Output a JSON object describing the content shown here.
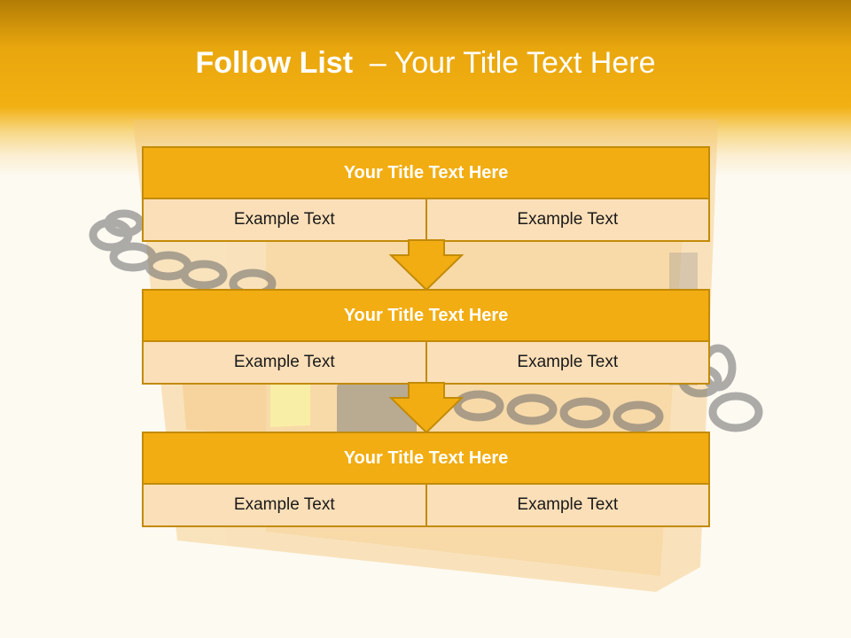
{
  "slide": {
    "title_bold": "Follow List",
    "title_rest": "  – Your Title Text Here"
  },
  "steps": [
    {
      "title": "Your Title Text Here",
      "left": "Example Text",
      "right": "Example Text"
    },
    {
      "title": "Your Title Text Here",
      "left": "Example Text",
      "right": "Example Text"
    },
    {
      "title": "Your Title Text Here",
      "left": "Example Text",
      "right": "Example Text"
    }
  ],
  "colors": {
    "accent": "#f2ad12",
    "border": "#c28b08",
    "cell_fill": "#fbdfb8",
    "header_band": "#e9a70e"
  },
  "icons": [
    "chain-lock-folder-image",
    "down-arrow-icon"
  ]
}
